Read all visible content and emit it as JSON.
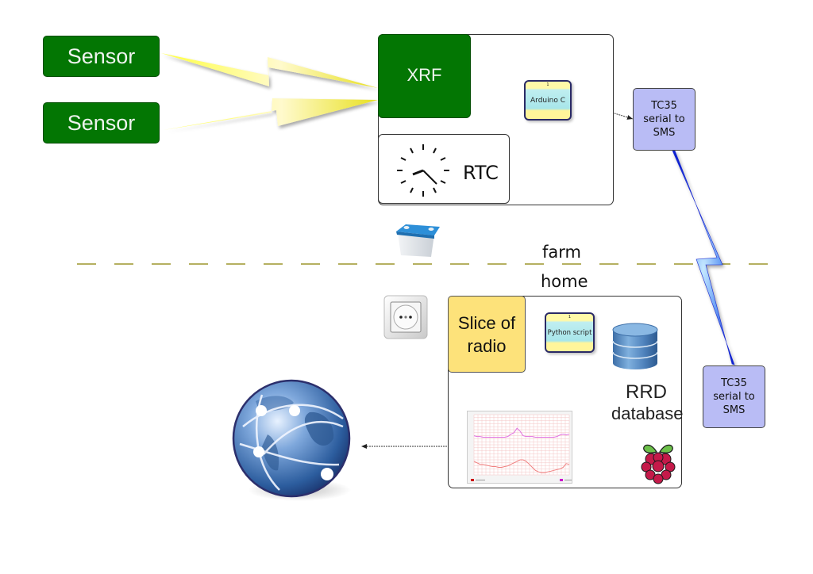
{
  "diagram": {
    "sensors": [
      {
        "label": "Sensor"
      },
      {
        "label": "Sensor"
      }
    ],
    "farm": {
      "zone_label": "farm",
      "xrf_label": "XRF",
      "rtc_label": "RTC",
      "arduino": {
        "index": "1",
        "label": "Arduino C"
      }
    },
    "tc35_farm": {
      "line1": "TC35",
      "line2": "serial to",
      "line3": "SMS"
    },
    "tc35_home": {
      "line1": "TC35",
      "line2": "serial to",
      "line3": "SMS"
    },
    "home": {
      "zone_label": "home",
      "slice_line1": "Slice of",
      "slice_line2": "radio",
      "python": {
        "index": "1",
        "label": "Python script"
      },
      "rrd_line1": "RRD",
      "rrd_line2": "database"
    },
    "icons": {
      "battery": "battery-icon",
      "power_socket": "power-socket-icon",
      "globe": "globe-internet-icon",
      "database": "database-icon",
      "raspberry_pi": "raspberry-pi-icon",
      "clock": "clock-icon"
    },
    "colors": {
      "sensor_green": "#037603",
      "tc35_blue": "#b9bcf5",
      "slice_yellow": "#fde27a",
      "zapper_yellow": "#f5f03a",
      "zapper_blue": "#4a5ff0",
      "divider": "#b5b060"
    },
    "mini_chart": {
      "series": [
        {
          "name": "upper-series",
          "color": "#e070e0",
          "values": [
            26,
            25.5,
            25.5,
            25,
            25,
            25,
            25,
            25,
            25,
            25,
            25,
            25.5,
            27,
            28,
            31,
            29,
            26,
            25.5,
            25.5,
            25.5,
            25,
            25,
            25,
            25,
            25,
            25,
            25,
            25.5,
            26.5,
            27,
            26.5,
            27
          ]
        },
        {
          "name": "lower-series",
          "color": "#f08080",
          "values": [
            9,
            8,
            7,
            7,
            6.5,
            6,
            5.5,
            5.5,
            5,
            5,
            5.5,
            6,
            7,
            8,
            9,
            10,
            10,
            9,
            7,
            5,
            3,
            2,
            1.5,
            1.5,
            2,
            2.5,
            3,
            3.5,
            4,
            5,
            7.5,
            7
          ]
        }
      ],
      "ylim": [
        0,
        40
      ]
    }
  }
}
